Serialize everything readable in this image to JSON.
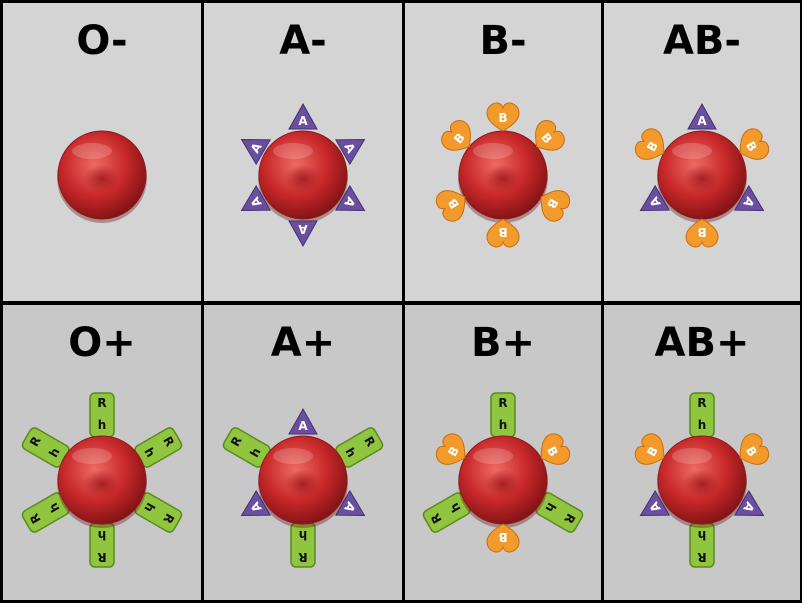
{
  "palette": {
    "background_top": "#d4d4d4",
    "background_bottom": "#c8c8c8",
    "border": "#000000",
    "cell_red": "#c8282a",
    "antigen_a": "#6a4fa0",
    "antigen_b": "#f39a2c",
    "rh_factor": "#8fc53f"
  },
  "antigen_labels": {
    "a": "A",
    "b": "B",
    "rh_top": "R",
    "rh_bottom": "h"
  },
  "cells": [
    {
      "title": "O-",
      "antigens": {
        "a": [],
        "b": [],
        "rh": []
      }
    },
    {
      "title": "A-",
      "antigens": {
        "a": [
          0,
          60,
          120,
          180,
          240,
          300
        ],
        "b": [],
        "rh": []
      }
    },
    {
      "title": "B-",
      "antigens": {
        "a": [],
        "b": [
          0,
          50,
          120,
          180,
          240,
          310
        ],
        "rh": []
      }
    },
    {
      "title": "AB-",
      "antigens": {
        "a": [
          0,
          120,
          240
        ],
        "b": [
          60,
          180,
          300
        ],
        "rh": []
      }
    },
    {
      "title": "O+",
      "antigens": {
        "a": [],
        "b": [],
        "rh": [
          0,
          60,
          120,
          180,
          240,
          300
        ]
      }
    },
    {
      "title": "A+",
      "antigens": {
        "a": [
          0,
          120,
          240
        ],
        "b": [],
        "rh": [
          60,
          180,
          300
        ]
      }
    },
    {
      "title": "B+",
      "antigens": {
        "a": [],
        "b": [
          60,
          180,
          300
        ],
        "rh": [
          0,
          120,
          240
        ]
      }
    },
    {
      "title": "AB+",
      "antigens": {
        "a": [
          120,
          240
        ],
        "b": [
          60,
          300
        ],
        "rh": [
          0,
          180
        ]
      }
    }
  ]
}
